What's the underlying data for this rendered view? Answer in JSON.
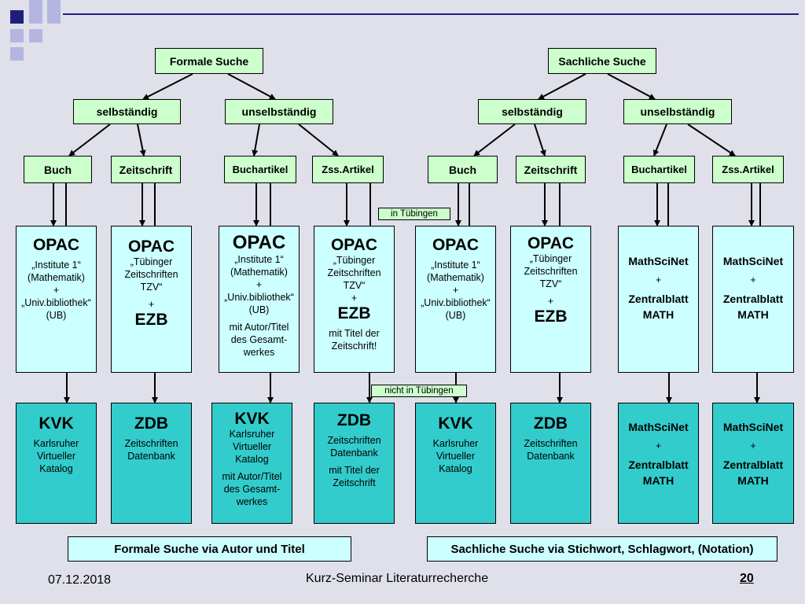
{
  "colors": {
    "dark_square": "#1f1f7a",
    "light_square": "#b4b6e0",
    "category_box": "#ccffcc",
    "light_box": "#ccffff",
    "teal_box": "#33cccc",
    "background": "#dfe0ea"
  },
  "top": {
    "formale": "Formale Suche",
    "sachliche": "Sachliche Suche"
  },
  "second": {
    "selb_l": "selbständig",
    "unselb_l": "unselbständig",
    "selb_r": "selbständig",
    "unselb_r": "unselbständig"
  },
  "third": {
    "buch_l": "Buch",
    "zeit_l": "Zeitschrift",
    "buchart_l": "Buchartikel",
    "zss_l": "Zss.Artikel",
    "buch_r": "Buch",
    "zeit_r": "Zeitschrift",
    "buchart_r": "Buchartikel",
    "zss_r": "Zss.Artikel"
  },
  "notes": {
    "in_tuebingen": "in Tübingen",
    "nicht_in_tuebingen": "nicht in Tübingen"
  },
  "mid": {
    "b1": {
      "title": "OPAC",
      "l1": "„Institute 1“",
      "l2": "(Mathematik)",
      "l3": "+",
      "l4": "„Univ.bibliothek“",
      "l5": "(UB)"
    },
    "b2": {
      "title": "OPAC",
      "l1": "„Tübinger",
      "l2": "Zeitschriften",
      "l3": "TZV“",
      "l4": "+",
      "l5": "EZB"
    },
    "b3": {
      "title": "OPAC",
      "l1": "„Institute 1“",
      "l2": "(Mathematik)",
      "l3": "+",
      "l4": "„Univ.bibliothek“",
      "l5": "(UB)",
      "l6": "mit Autor/Titel",
      "l7": "des Gesamt-",
      "l8": "werkes"
    },
    "b4": {
      "title": "OPAC",
      "l1": "„Tübinger",
      "l2": "Zeitschriften",
      "l3": "TZV“",
      "l4": "+",
      "l5": "EZB",
      "l6": "mit Titel der",
      "l7": "Zeitschrift!"
    },
    "b5": {
      "title": "OPAC",
      "l1": "„Institute 1“",
      "l2": "(Mathematik)",
      "l3": "+",
      "l4": "„Univ.bibliothek“",
      "l5": "(UB)"
    },
    "b6": {
      "title": "OPAC",
      "l1": "„Tübinger",
      "l2": "Zeitschriften",
      "l3": "TZV“",
      "l4": "+",
      "l5": "EZB"
    },
    "b7": {
      "l1": "MathSciNet",
      "l2": "+",
      "l3": "Zentralblatt",
      "l4": "MATH"
    },
    "b8": {
      "l1": "MathSciNet",
      "l2": "+",
      "l3": "Zentralblatt",
      "l4": "MATH"
    }
  },
  "bottom": {
    "c1": {
      "title": "KVK",
      "l1": "Karlsruher",
      "l2": "Virtueller",
      "l3": "Katalog"
    },
    "c2": {
      "title": "ZDB",
      "l1": "Zeitschriften",
      "l2": "Datenbank"
    },
    "c3": {
      "title": "KVK",
      "l1": "Karlsruher",
      "l2": "Virtueller",
      "l3": "Katalog",
      "l4": "mit Autor/Titel",
      "l5": "des Gesamt-",
      "l6": "werkes"
    },
    "c4": {
      "title": "ZDB",
      "l1": "Zeitschriften",
      "l2": "Datenbank",
      "l3": "mit Titel der",
      "l4": "Zeitschrift"
    },
    "c5": {
      "title": "KVK",
      "l1": "Karlsruher",
      "l2": "Virtueller",
      "l3": "Katalog"
    },
    "c6": {
      "title": "ZDB",
      "l1": "Zeitschriften",
      "l2": "Datenbank"
    },
    "c7": {
      "l1": "MathSciNet",
      "l2": "+",
      "l3": "Zentralblatt",
      "l4": "MATH"
    },
    "c8": {
      "l1": "MathSciNet",
      "l2": "+",
      "l3": "Zentralblatt",
      "l4": "MATH"
    }
  },
  "bars": {
    "left": "Formale Suche via Autor und Titel",
    "right": "Sachliche Suche via Stichwort, Schlagwort, (Notation)"
  },
  "footer": {
    "date": "07.12.2018",
    "title": "Kurz-Seminar Literaturrecherche",
    "page": "20"
  }
}
